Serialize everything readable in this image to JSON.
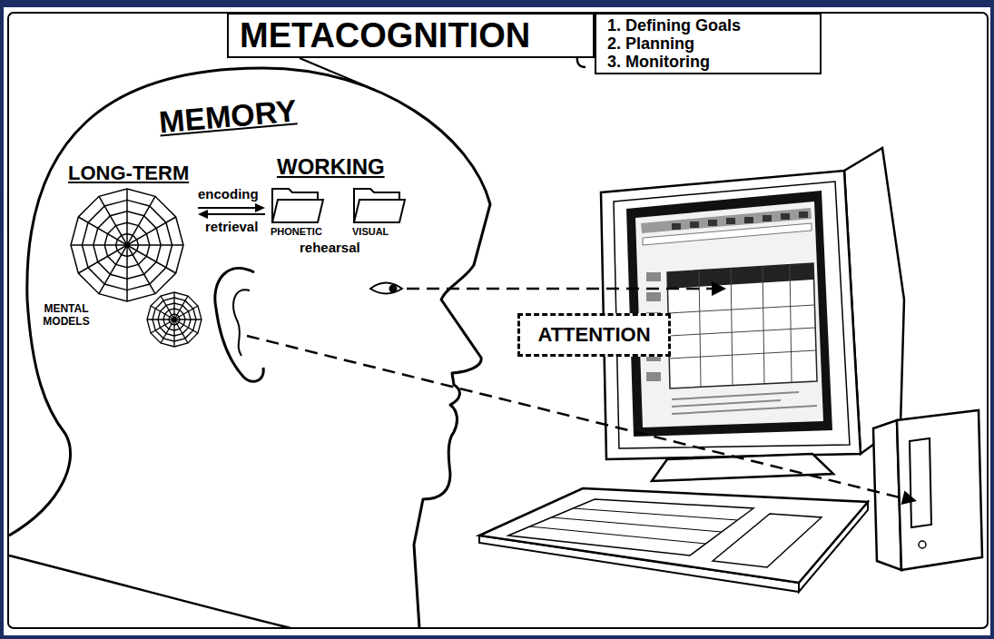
{
  "diagram": {
    "nodes": [
      {
        "text": [
          "METACOGNITION"
        ]
      },
      {
        "text": [
          "1. Defining Goals",
          "2. Planning",
          "3. Monitoring"
        ]
      },
      {
        "text": [
          "ATTENTION"
        ]
      }
    ],
    "labels": [
      "MEMORY",
      "LONG-TERM",
      "WORKING",
      "encoding",
      "retrieval",
      "PHONETIC",
      "VISUAL",
      "rehearsal",
      "MENTAL MODELS"
    ]
  }
}
